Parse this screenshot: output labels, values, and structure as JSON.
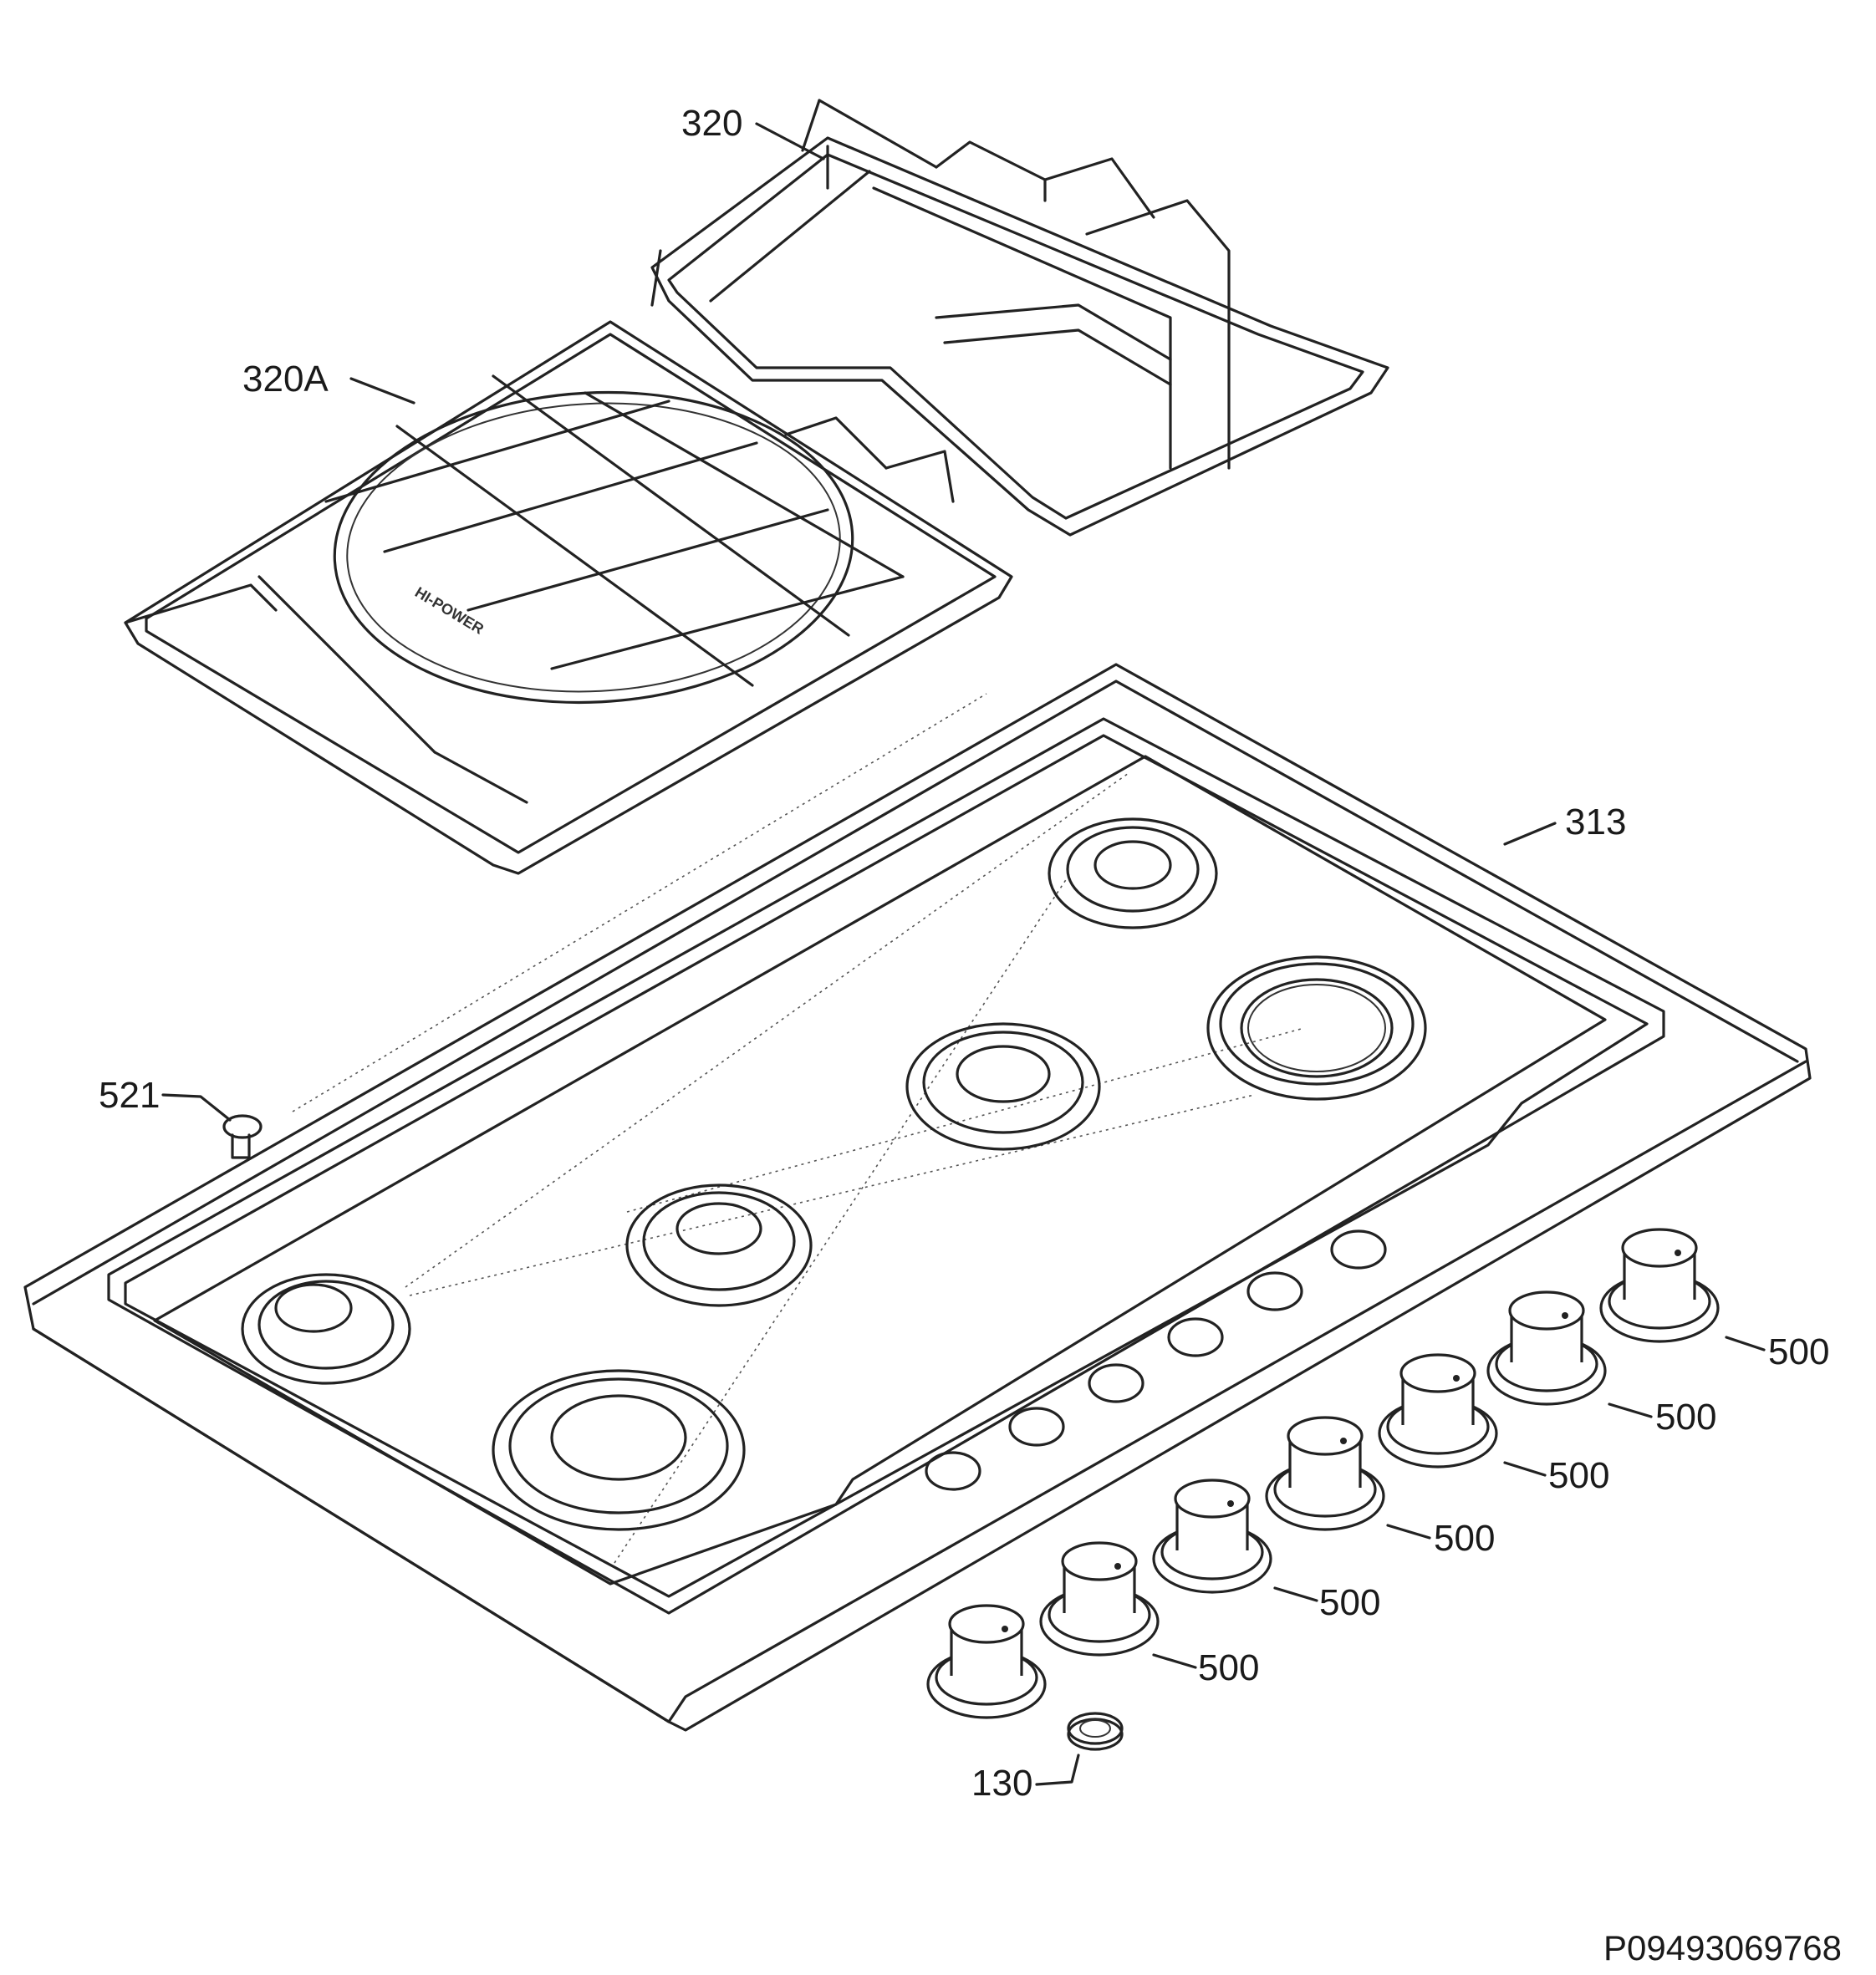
{
  "labels": {
    "grid_rect": "320",
    "grid_round": "320A",
    "hob_top": "313",
    "screw": "521",
    "knob": "500",
    "washer": "130"
  },
  "grid_embossing": "HI-POWER",
  "knob_count": 7,
  "document_id": "P09493069768"
}
